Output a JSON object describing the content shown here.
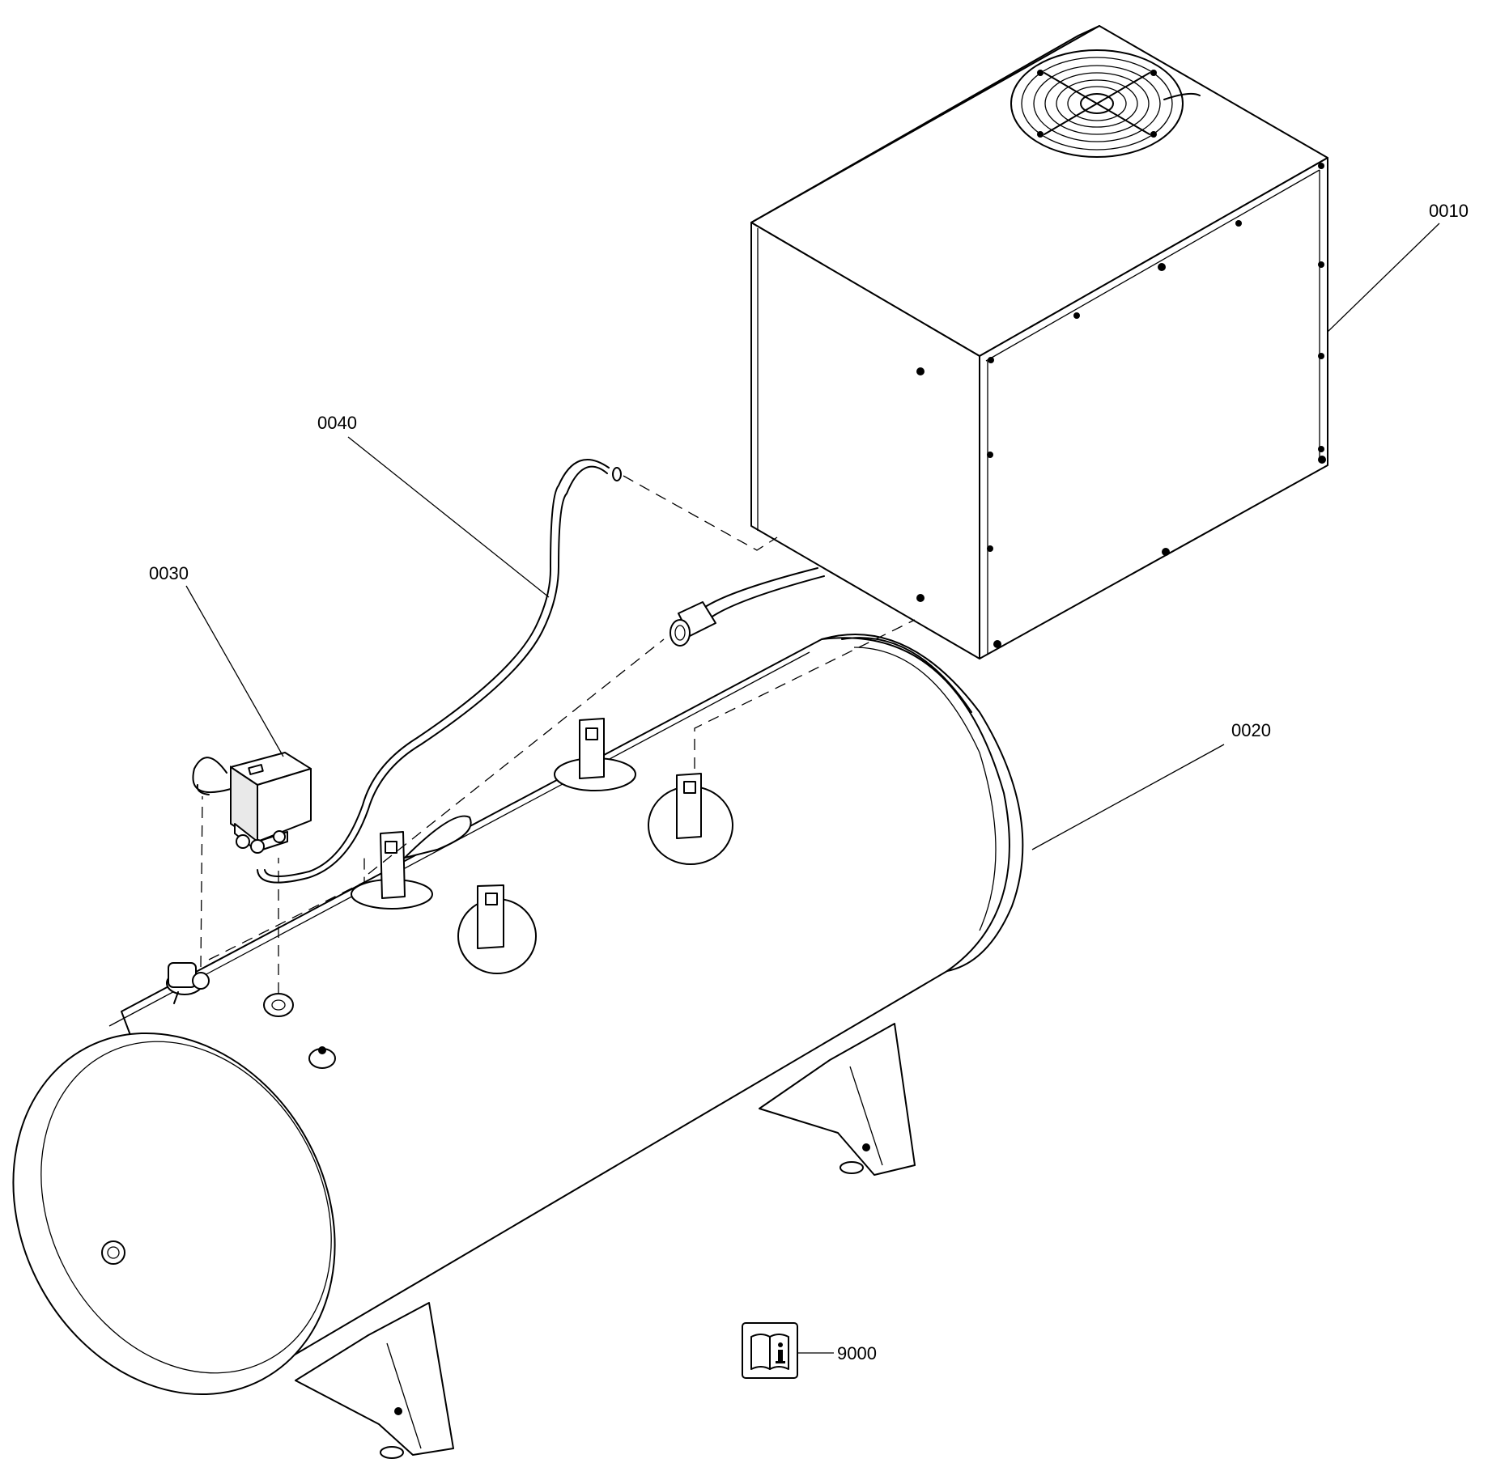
{
  "parts": [
    {
      "id": "label-0010",
      "label": "0010"
    },
    {
      "id": "label-0020",
      "label": "0020"
    },
    {
      "id": "label-0030",
      "label": "0030"
    },
    {
      "id": "label-0040",
      "label": "0040"
    },
    {
      "id": "label-9000",
      "label": "9000"
    }
  ],
  "icons": {
    "manual": "manual-info-icon",
    "fan": "fan-icon"
  }
}
